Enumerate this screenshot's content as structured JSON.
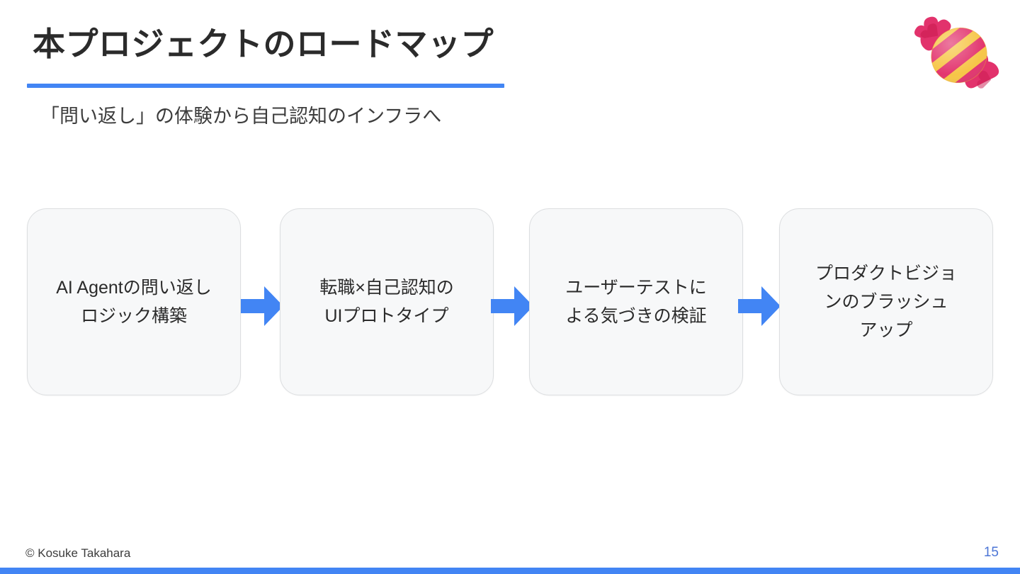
{
  "slide": {
    "title": "本プロジェクトのロードマップ",
    "subtitle": "「問い返し」の体験から自己認知のインフラへ",
    "accent_color": "#4285f4",
    "title_color": "#2b2b2b",
    "background_color": "#ffffff"
  },
  "logo": {
    "icon_name": "candy-logo",
    "colors": {
      "pink": "#e2326c",
      "pink_dark": "#c9194f",
      "yellow": "#f6c544",
      "yellow_dark": "#e9a92f"
    }
  },
  "flow": {
    "box_fill": "#f7f8f9",
    "box_border": "#dcdee0",
    "arrow_color": "#4285f4",
    "steps": [
      {
        "id": "step-1",
        "label": "AI Agentの問い返し\nロジック構築"
      },
      {
        "id": "step-2",
        "label": "転職×自己認知の\nUIプロトタイプ"
      },
      {
        "id": "step-3",
        "label": "ユーザーテストに\nよる気づきの検証"
      },
      {
        "id": "step-4",
        "label": "プロダクトビジョ\nンのブラッシュ\nアップ"
      }
    ],
    "arrows": [
      {
        "id": "arrow-1",
        "icon_name": "right-arrow-icon"
      },
      {
        "id": "arrow-2",
        "icon_name": "right-arrow-icon"
      },
      {
        "id": "arrow-3",
        "icon_name": "right-arrow-icon"
      }
    ]
  },
  "footer": {
    "copyright": "© Kosuke Takahara",
    "page_number": "15",
    "page_number_color": "#4d76d6",
    "bar_color": "#4285f4"
  }
}
